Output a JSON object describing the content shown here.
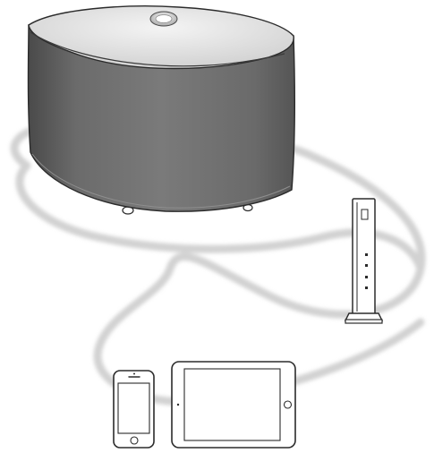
{
  "illustration": {
    "colors": {
      "background": "#ffffff",
      "wireless_path": "#d4d4d4",
      "speaker_body": "#6d6d6d",
      "speaker_top": "#e6e6e6",
      "outline": "#2b2b2b",
      "device_fill": "#ffffff"
    },
    "items": [
      {
        "name": "wireless-speaker",
        "icon": "speaker-icon"
      },
      {
        "name": "wireless-router",
        "icon": "router-icon"
      },
      {
        "name": "smartphone",
        "icon": "smartphone-icon"
      },
      {
        "name": "tablet",
        "icon": "tablet-icon"
      },
      {
        "name": "wireless-connection-path",
        "icon": "wireless-signal-icon"
      }
    ]
  }
}
